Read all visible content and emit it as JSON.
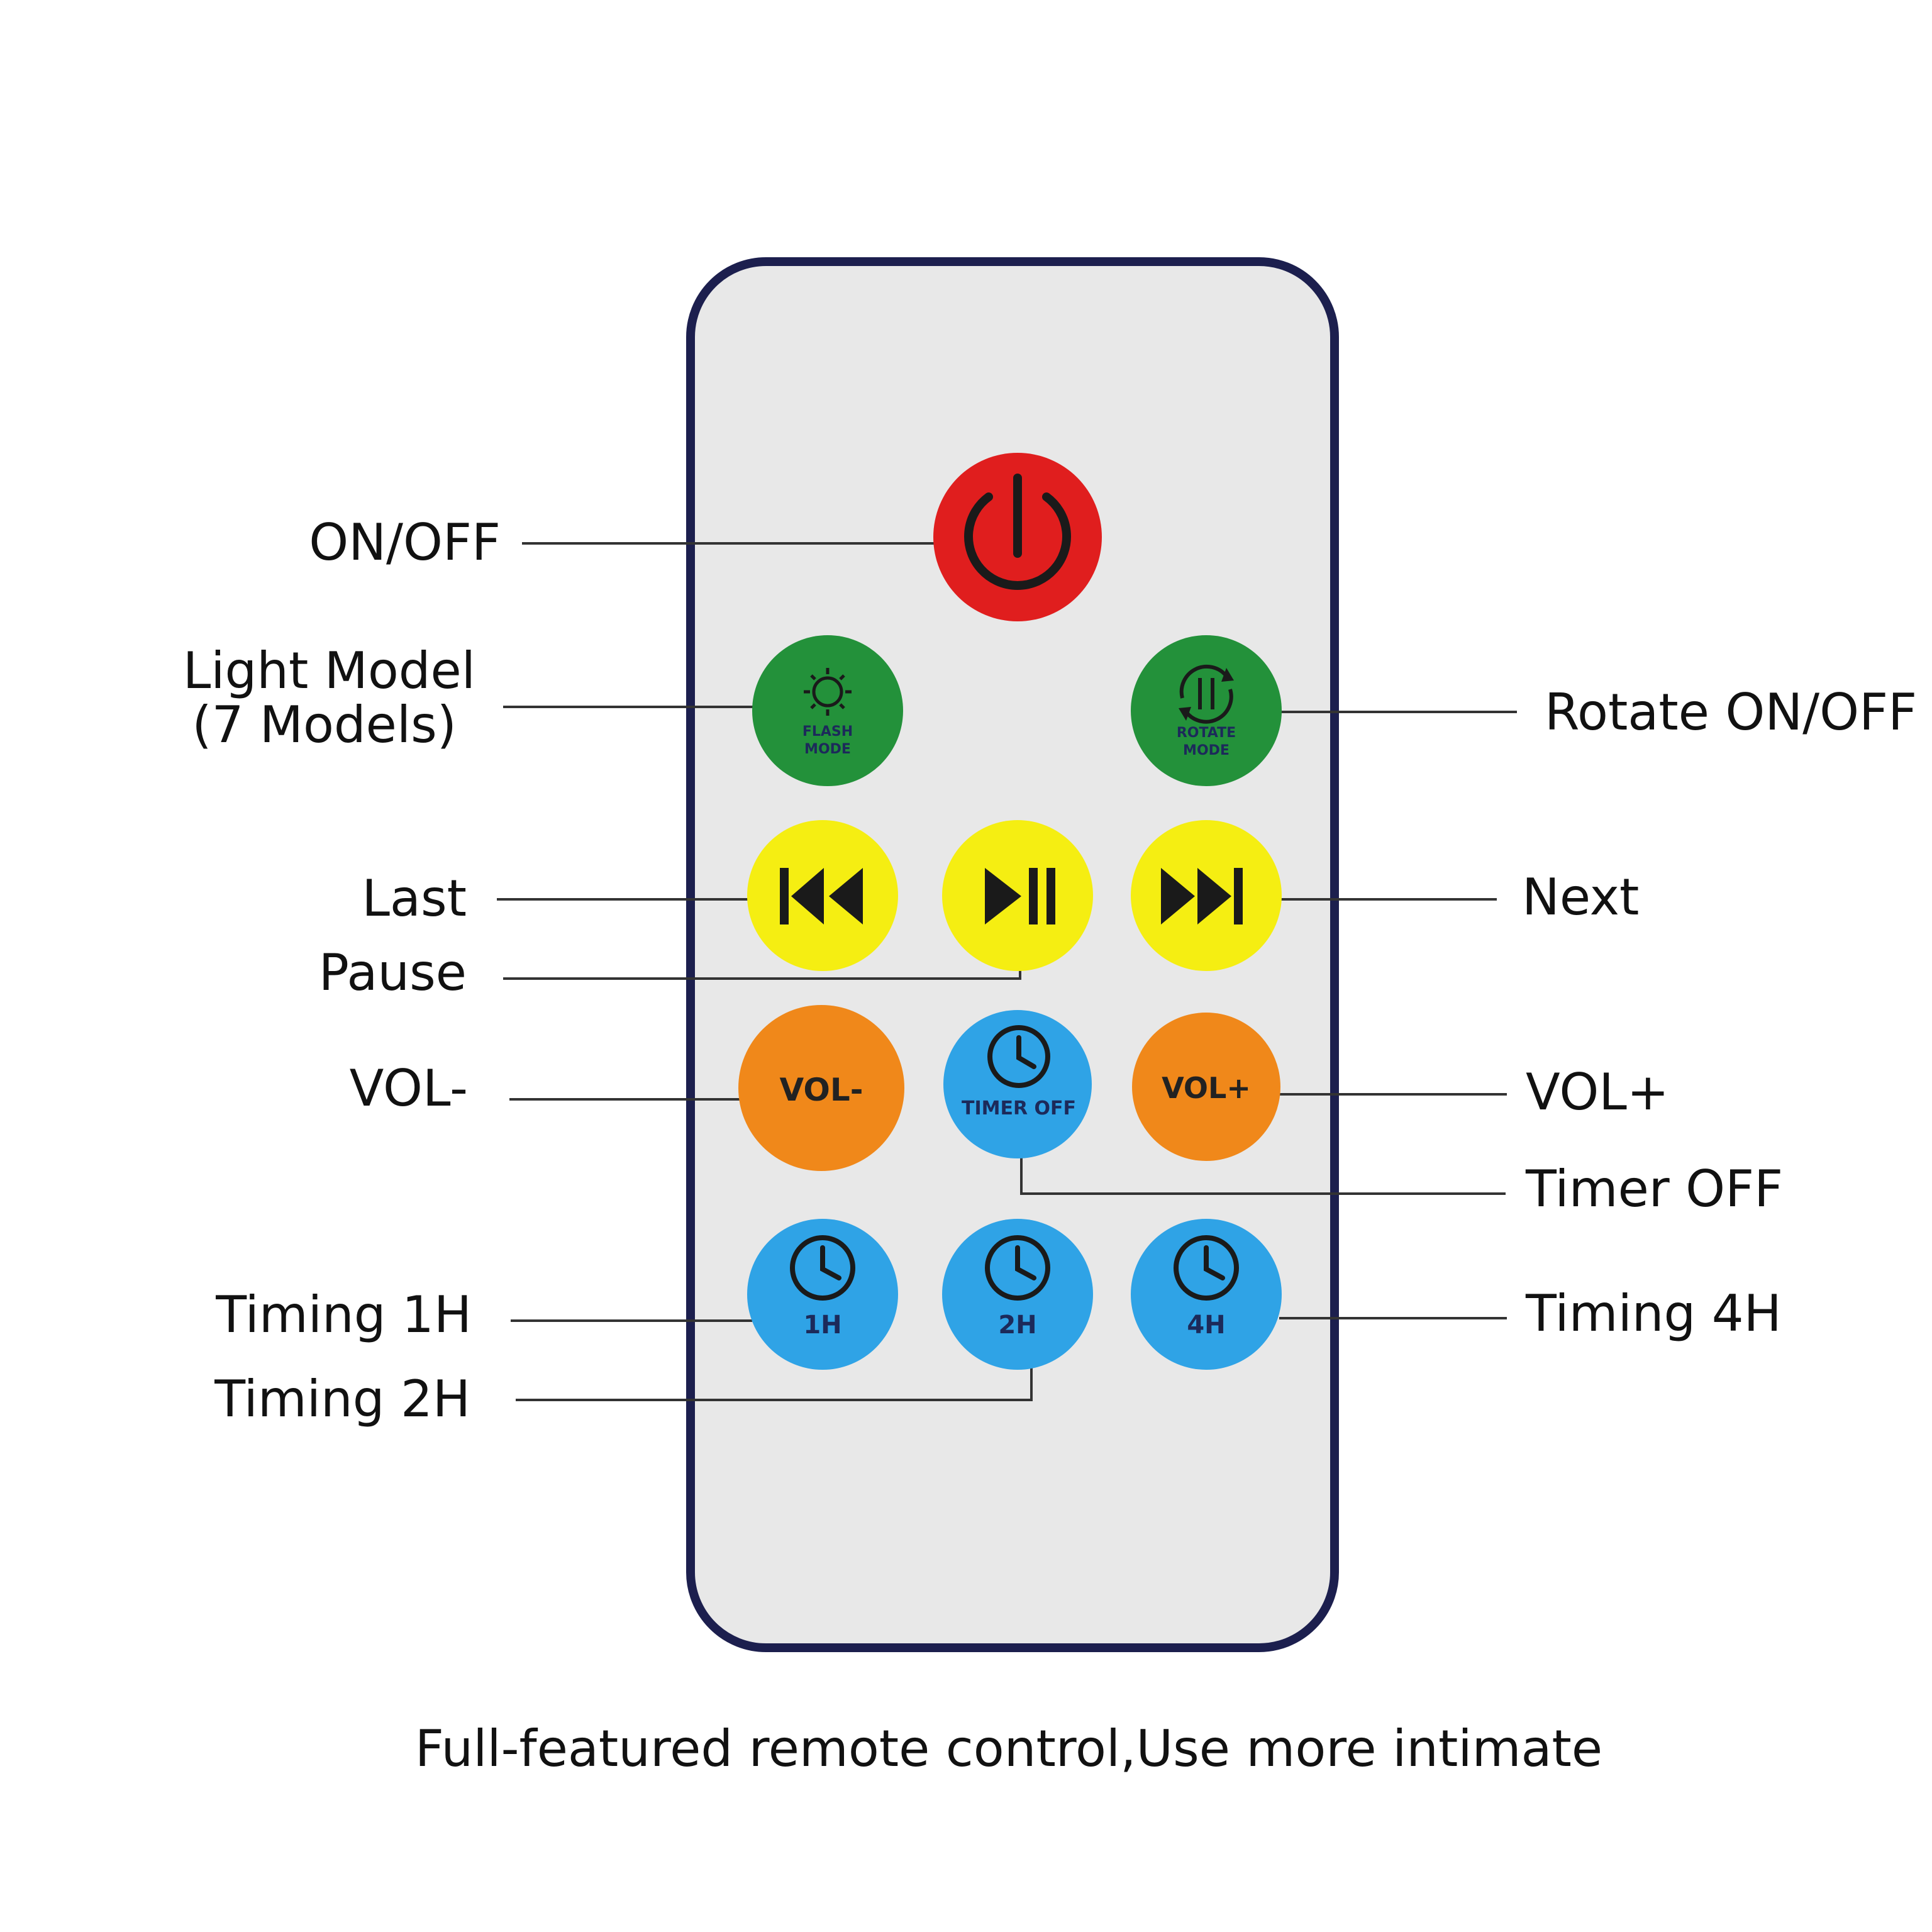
{
  "colors": {
    "remote_body": "#e8e8e8",
    "remote_border": "#1c1f4e",
    "red": "#e01e1e",
    "green": "#23913a",
    "yellow": "#f5ee12",
    "orange": "#f0881a",
    "blue": "#2fa3e6"
  },
  "labels": {
    "on_off": "ON/OFF",
    "light_model_line1": "Light Model",
    "light_model_line2": "(7 Models)",
    "rotate": "Rotate ON/OFF",
    "last": "Last",
    "pause": "Pause",
    "next": "Next",
    "vol_minus": "VOL-",
    "vol_plus": "VOL+",
    "timer_off": "Timer OFF",
    "timing_1h": "Timing 1H",
    "timing_2h": "Timing 2H",
    "timing_4h": "Timing 4H"
  },
  "buttons": {
    "flash_mode_line1": "FLASH",
    "flash_mode_line2": "MODE",
    "rotate_mode_line1": "ROTATE",
    "rotate_mode_line2": "MODE",
    "vol_minus": "VOL-",
    "vol_plus": "VOL+",
    "timer_off": "TIMER OFF",
    "t1": "1H",
    "t2": "2H",
    "t4": "4H"
  },
  "icons": {
    "power": "power-icon",
    "flash": "sun-icon",
    "rotate": "rotate-icon",
    "prev": "skip-back-icon",
    "play_pause": "play-pause-icon",
    "next": "skip-forward-icon",
    "clock": "clock-icon"
  },
  "caption": "Full-featured remote control,Use more intimate"
}
